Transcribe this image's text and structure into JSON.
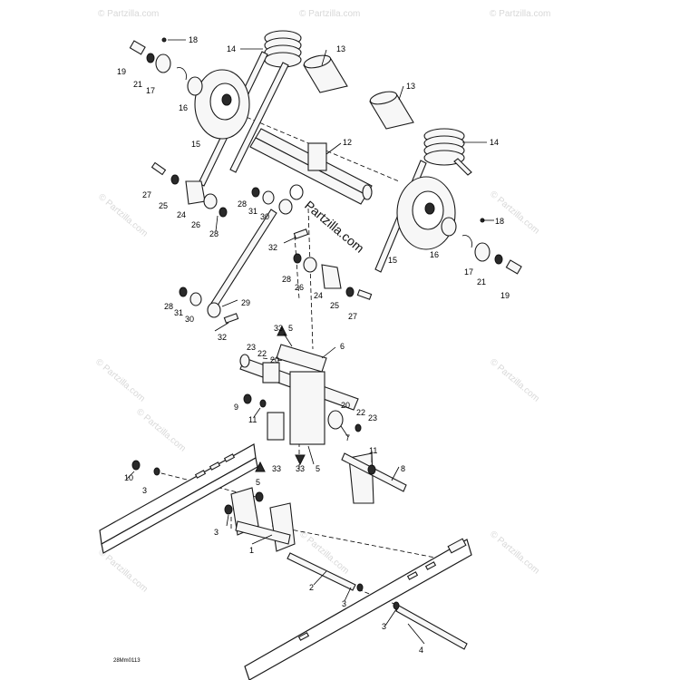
{
  "watermark_text": "© Partzilla.com",
  "brand_text": "Partzilla.com",
  "drawing_code": "28Mm0113",
  "callouts": [
    "1",
    "2",
    "3",
    "4",
    "5",
    "6",
    "7",
    "8",
    "9",
    "10",
    "11",
    "12",
    "13",
    "14",
    "15",
    "16",
    "17",
    "18",
    "19",
    "20",
    "21",
    "22",
    "23",
    "24",
    "25",
    "26",
    "27",
    "28",
    "29",
    "30",
    "31",
    "32",
    "33"
  ]
}
